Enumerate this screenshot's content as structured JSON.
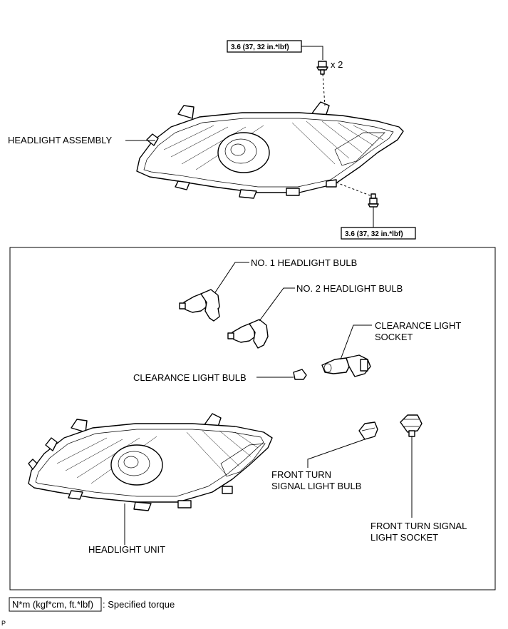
{
  "labels": {
    "headlight_assembly": "HEADLIGHT ASSEMBLY",
    "headlight_unit": "HEADLIGHT UNIT",
    "no1_bulb": "NO. 1 HEADLIGHT BULB",
    "no2_bulb": "NO. 2 HEADLIGHT BULB",
    "clearance_socket_l1": "CLEARANCE LIGHT",
    "clearance_socket_l2": "SOCKET",
    "clearance_bulb": "CLEARANCE LIGHT BULB",
    "turn_bulb_l1": "FRONT TURN",
    "turn_bulb_l2": "SIGNAL LIGHT BULB",
    "turn_socket_l1": "FRONT TURN SIGNAL",
    "turn_socket_l2": "LIGHT SOCKET"
  },
  "torque": {
    "top": "3.6 (37, 32 in.*lbf)",
    "bottom": "3.6 (37, 32 in.*lbf)",
    "quantity": "x 2"
  },
  "legend": {
    "unit": "N*m (kgf*cm, ft.*lbf)",
    "text": ": Specified torque"
  },
  "corner_mark": "P"
}
